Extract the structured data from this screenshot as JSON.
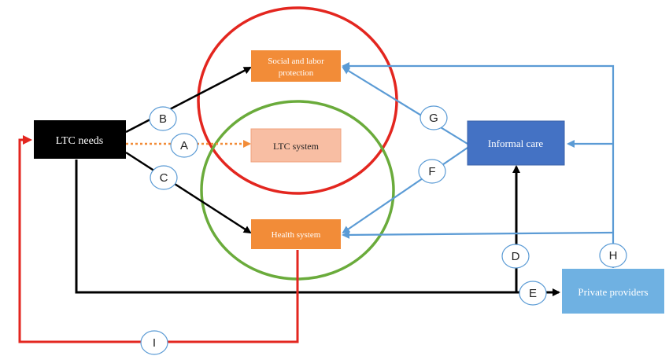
{
  "nodes": {
    "ltc_needs": "LTC needs",
    "social_labor_line1": "Social and labor",
    "social_labor_line2": "protection",
    "ltc_system": "LTC system",
    "health_system": "Health system",
    "informal_care": "Informal care",
    "private_providers": "Private providers"
  },
  "edge_labels": {
    "A": "A",
    "B": "B",
    "C": "C",
    "D": "D",
    "E": "E",
    "F": "F",
    "G": "G",
    "H": "H",
    "I": "I"
  },
  "colors": {
    "black": "#000000",
    "orange": "#f28c38",
    "light_orange": "#f8bea3",
    "blue_box": "#4472c4",
    "light_blue_box": "#6fb1e2",
    "blue_line": "#5b9bd5",
    "red": "#e3261f",
    "green": "#6aab3b",
    "circle_stroke": "#5b9bd5"
  }
}
